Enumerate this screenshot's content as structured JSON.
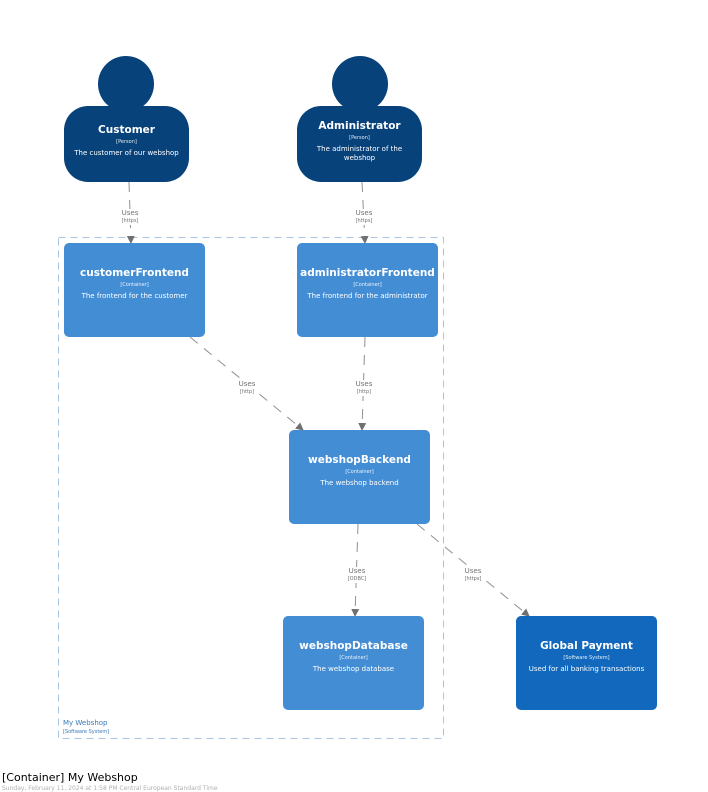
{
  "people": [
    {
      "name": "Customer",
      "type": "[Person]",
      "description": "The customer of our webshop"
    },
    {
      "name": "Administrator",
      "type": "[Person]",
      "description": "The administrator of the webshop"
    }
  ],
  "boundary": {
    "name": "My Webshop",
    "type": "[Software System]"
  },
  "containers": [
    {
      "name": "customerFrontend",
      "type": "[Container]",
      "description": "The frontend for the customer"
    },
    {
      "name": "administratorFrontend",
      "type": "[Container]",
      "description": "The frontend for the administrator"
    },
    {
      "name": "webshopBackend",
      "type": "[Container]",
      "description": "The webshop backend"
    },
    {
      "name": "webshopDatabase",
      "type": "[Container]",
      "description": "The webshop database"
    }
  ],
  "external": {
    "name": "Global Payment",
    "type": "[Software System]",
    "description": "Used for all banking transactions"
  },
  "relations": [
    {
      "label": "Uses",
      "tech": "[https]"
    },
    {
      "label": "Uses",
      "tech": "[https]"
    },
    {
      "label": "Uses",
      "tech": "[http]"
    },
    {
      "label": "Uses",
      "tech": "[http]"
    },
    {
      "label": "Uses",
      "tech": "[ODBC]"
    },
    {
      "label": "Uses",
      "tech": "[https]"
    }
  ],
  "footer": {
    "title": "[Container] My Webshop",
    "date": "Sunday, February 11, 2024 at 1:58 PM Central European Standard Time"
  },
  "colors": {
    "person": "#08427b",
    "container": "#438dd5",
    "external": "#1168bd",
    "edge": "#707070"
  }
}
